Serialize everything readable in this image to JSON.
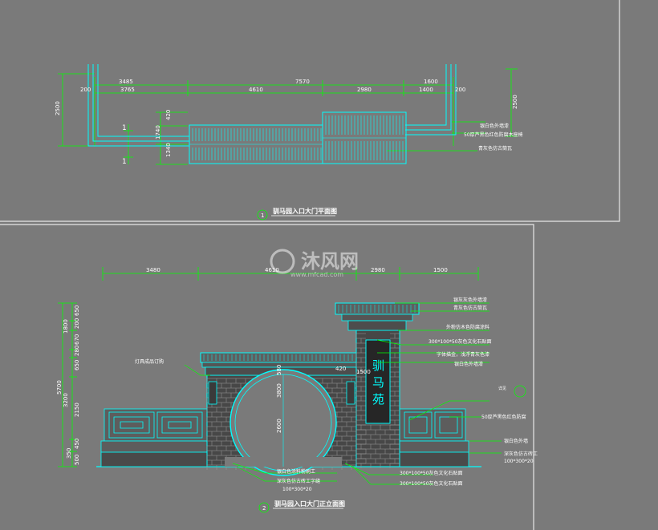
{
  "colors": {
    "background": "#7a7a7a",
    "sheet_border": "#e8e8e8",
    "cyan": "#00ffff",
    "green": "#00ff00",
    "white": "#ffffff",
    "dark": "#1a1a1a",
    "brick": "#4a4a4a"
  },
  "plan": {
    "title": "驯马园入口大门平面图",
    "number": "1",
    "section_marks": [
      "1",
      "1"
    ],
    "dims_top_row1": [
      "3485",
      "7570",
      "1600"
    ],
    "dims_top_row2": [
      "200",
      "3765",
      "4610",
      "2980",
      "1400",
      "200"
    ],
    "dim_left": "2500",
    "dim_right": "2500",
    "dims_small": [
      "420",
      "1740",
      "1340"
    ],
    "notes": [
      "银白色外墙漆",
      "50厚芦黑色红色防腐木座椅",
      "青灰色仿古筒瓦"
    ]
  },
  "elevation": {
    "title": "驯马园入口大门正立面图",
    "number": "2",
    "dims_top": [
      "3480",
      "4610",
      "2980",
      "1500"
    ],
    "dims_left_outer": [
      "1800",
      "5700",
      "3200"
    ],
    "dims_left_inner": [
      "650",
      "200",
      "670",
      "280",
      "650",
      "2150",
      "450",
      "350",
      "500"
    ],
    "dims_center": [
      "580",
      "3800",
      "2600",
      "1500"
    ],
    "dim_small_right": "420",
    "sign_text": "驯马苑",
    "notes_right": [
      "银灰灰色外墙漆",
      "青灰色仿古筒瓦",
      "外粉仿木色防腐涂料",
      "300*100*50灰色文化石贴面",
      "字体描金，浅浮青灰色漆",
      "银白色外墙漆",
      "50厚芦黑色红色防腐",
      "银白色外墙",
      "深灰色仿古砖工",
      "100*300*20"
    ],
    "notes_left": [
      "灯具成品订购"
    ],
    "notes_bottom": [
      "银白色涂料粉刷工",
      "深灰色仿古砖工字缝",
      "100*300*20",
      "300*100*50灰色文化石贴面",
      "300*100*50灰色文化石贴面"
    ],
    "balloon": "详见"
  },
  "watermark": {
    "brand": "沐风网",
    "url": "www.mfcad.com"
  }
}
